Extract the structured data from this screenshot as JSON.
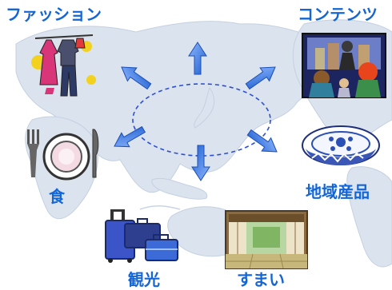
{
  "colors": {
    "label": "#1466d6",
    "map": "#dbe3ee",
    "arrow": "#3b78e0",
    "ring": "#2b4fd6"
  },
  "labels": {
    "fashion": "ファッション",
    "contents": "コンテンツ",
    "food": "食",
    "local_products": "地域産品",
    "tourism": "観光",
    "housing": "すまい"
  },
  "icons": {
    "fashion": "clothes-rack-icon",
    "contents": "cinema-audience-icon",
    "food": "plate-cutlery-icon",
    "local_products": "ceramic-bowl-icon",
    "tourism": "luggage-icon",
    "housing": "japanese-room-icon"
  }
}
